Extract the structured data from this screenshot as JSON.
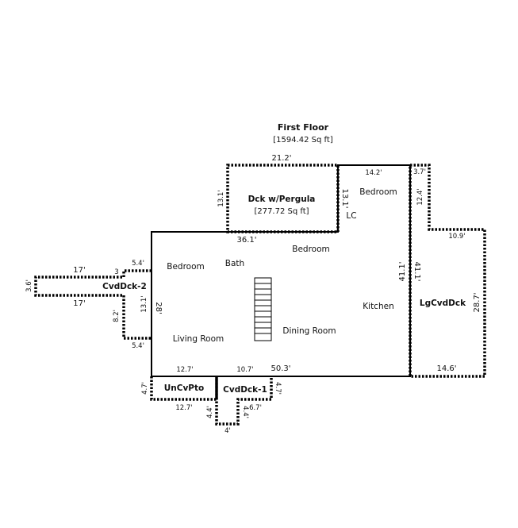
{
  "header": {
    "title": "First Floor",
    "area": "[1594.42 Sq ft]"
  },
  "deck": {
    "name": "Dck w/Pergula",
    "area": "[277.72 Sq ft]"
  },
  "areas": {
    "cvddck2": "CvdDck-2",
    "lgcvddck": "LgCvdDck",
    "uncvpto": "UnCvPto",
    "cvddck1": "CvdDck-1"
  },
  "rooms": {
    "bedroom_ne": "Bedroom",
    "lc": "LC",
    "bedroom_center": "Bedroom",
    "bedroom_west": "Bedroom",
    "bath": "Bath",
    "kitchen": "Kitchen",
    "dining": "Dining Room",
    "living": "Living Room"
  },
  "dimensions": {
    "deck_top": "21.2'",
    "deck_left": "13.1'",
    "deck_right": "13.1'",
    "bed_top": "14.2'",
    "lg_top": "3.7'",
    "lg_notch_left": "12.4'",
    "lg_notch_bottom": "10.9'",
    "main_top": "36.1'",
    "main_right": "41.1'",
    "lg_left": "41.1'",
    "lg_right": "28.7'",
    "lg_bottom": "14.6'",
    "main_left": "28'",
    "main_left_inner": "13.1'",
    "main_bottom": "50.3'",
    "living_bottom": "12.7'",
    "cvd1_top": "10.7'",
    "cvd2_top": "17'",
    "cvd2_bottom": "17'",
    "cvd2_end": "3.6'",
    "cvd2_top_right": "5.4'",
    "cvd2_step": "3",
    "cvd2_down": "8.2'",
    "cvd2_bottom_right": "5.4'",
    "un_left": "4.7'",
    "un_bottom": "12.7'",
    "cvd1_right": "4.7'",
    "cvd1_tab_left": "4.4'",
    "cvd1_tab_right": "4.4'",
    "cvd1_inner": "6.7'",
    "cvd1_tab_bottom": "4'"
  }
}
